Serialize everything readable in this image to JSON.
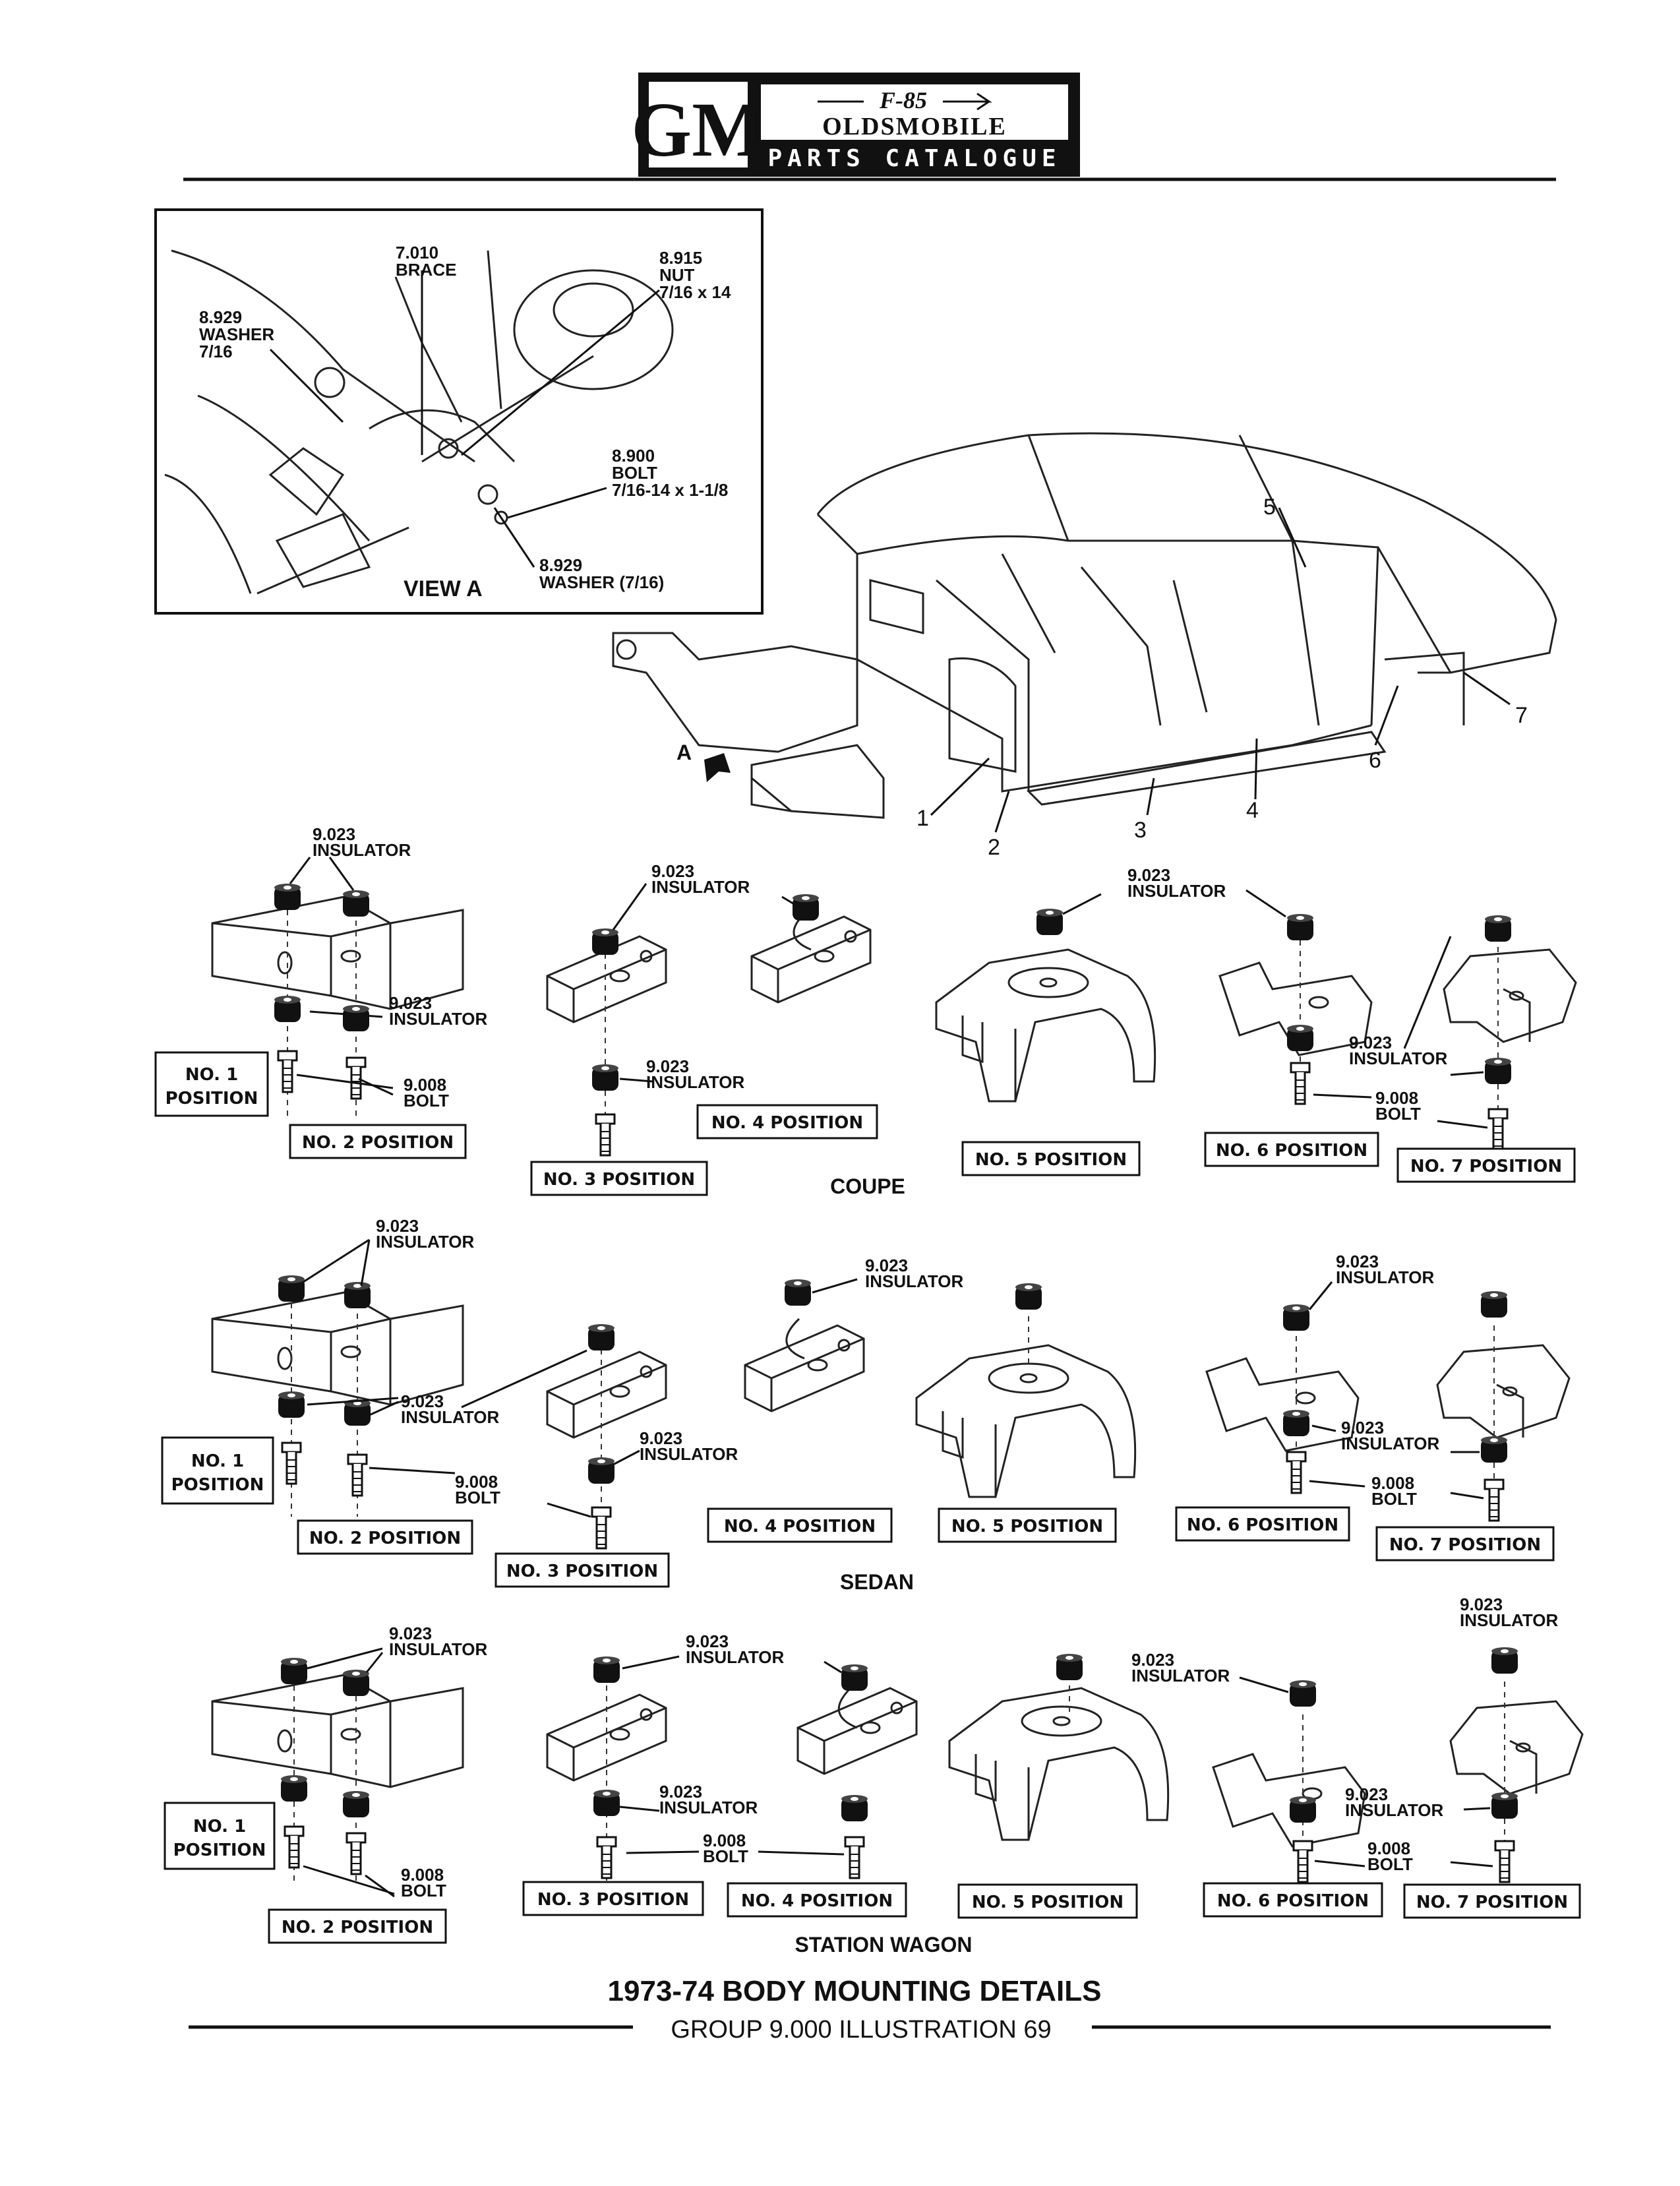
{
  "header": {
    "logo": "GM",
    "badge": "F-85",
    "brand": "OLDSMOBILE",
    "catalogue": "PARTS CATALOGUE"
  },
  "view_a": {
    "title": "VIEW A",
    "labels": [
      {
        "num": "7.010",
        "name": "BRACE"
      },
      {
        "num": "8.915",
        "name": "NUT",
        "spec": "7/16 x 14"
      },
      {
        "num": "8.929",
        "name": "WASHER",
        "spec": "7/16"
      },
      {
        "num": "8.900",
        "name": "BOLT",
        "spec": "7/16-14 x 1-1/8"
      },
      {
        "num": "8.929",
        "name": "WASHER (7/16)"
      }
    ]
  },
  "body": {
    "view_arrow_label": "A",
    "numbers": [
      "1",
      "2",
      "3",
      "4",
      "5",
      "6",
      "7"
    ]
  },
  "parts": {
    "insulator_num": "9.023",
    "insulator": "INSULATOR",
    "bolt_num": "9.008",
    "bolt": "BOLT"
  },
  "positions": {
    "p1": "NO. 1",
    "p1b": "POSITION",
    "p2": "NO. 2 POSITION",
    "p3": "NO. 3 POSITION",
    "p4": "NO. 4 POSITION",
    "p5": "NO. 5 POSITION",
    "p6": "NO. 6 POSITION",
    "p7": "NO. 7 POSITION"
  },
  "sections": {
    "coupe": "COUPE",
    "sedan": "SEDAN",
    "wagon": "STATION WAGON"
  },
  "footer": {
    "title": "1973-74  BODY MOUNTING DETAILS",
    "subtitle": "GROUP 9.000 ILLUSTRATION 69"
  }
}
